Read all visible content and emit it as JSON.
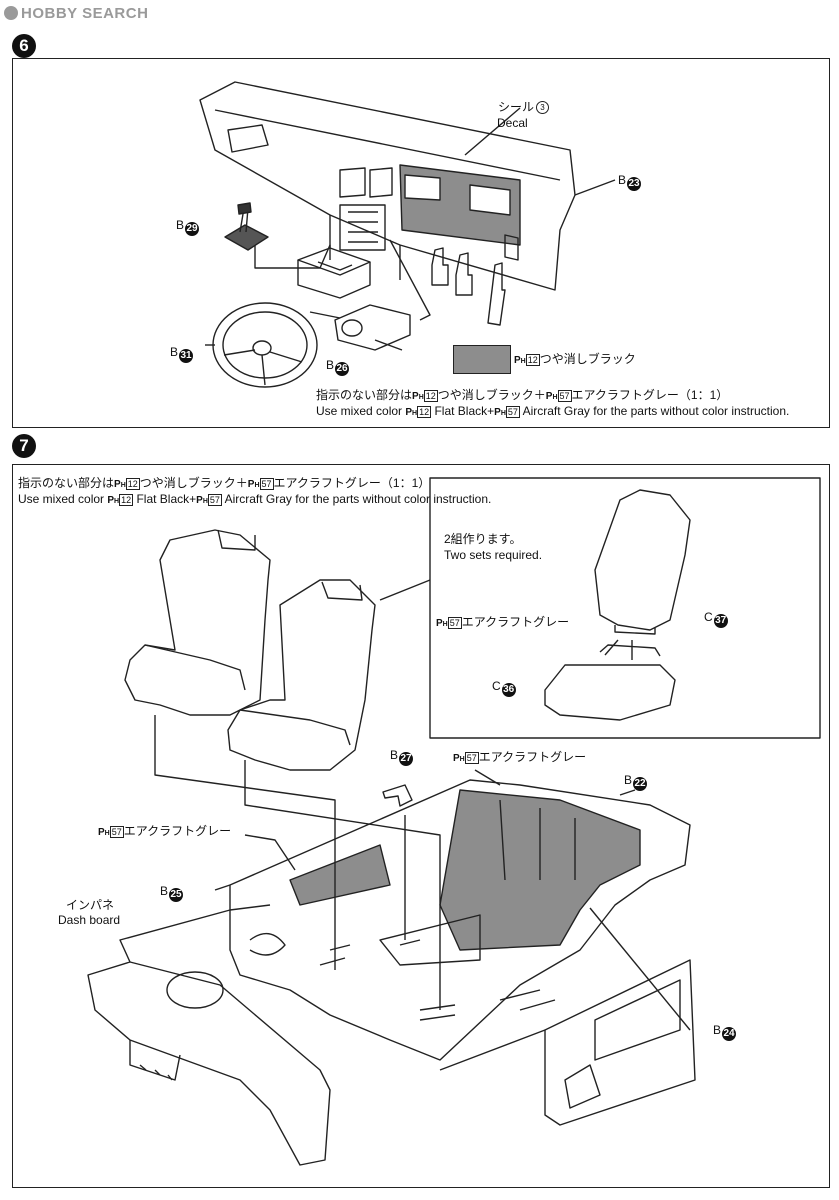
{
  "watermark": "HOBBY SEARCH",
  "step6": {
    "number": "6",
    "decal_label_jp": "シール",
    "decal_ref": "3",
    "decal_label_en": "Decal",
    "parts": {
      "b23": {
        "prefix": "B",
        "num": "23"
      },
      "b29": {
        "prefix": "B",
        "num": "29"
      },
      "b31": {
        "prefix": "B",
        "num": "31"
      },
      "b26": {
        "prefix": "B",
        "num": "26"
      }
    },
    "legend_color_code": "12",
    "legend_text": "つや消しブラック",
    "note_jp_a": "指示のない部分は",
    "note_jp_code1": "12",
    "note_jp_b": "つや消しブラック＋",
    "note_jp_code2": "57",
    "note_jp_c": "エアクラフトグレー（1：1）",
    "note_en_a": "Use mixed color",
    "note_en_code1": "12",
    "note_en_b": "Flat Black+",
    "note_en_code2": "57",
    "note_en_c": "Aircraft Gray for the parts without color instruction."
  },
  "step7": {
    "number": "7",
    "note_jp_a": "指示のない部分は",
    "note_jp_code1": "12",
    "note_jp_b": "つや消しブラック＋",
    "note_jp_code2": "57",
    "note_jp_c": "エアクラフトグレー（1：1）",
    "note_en_a": "Use mixed color",
    "note_en_code1": "12",
    "note_en_b": "Flat Black+",
    "note_en_code2": "57",
    "note_en_c": "Aircraft Gray for the parts without color instruction.",
    "two_sets_jp": "2組作ります。",
    "two_sets_en": "Two sets required.",
    "gray_code": "57",
    "gray_text": "エアクラフトグレー",
    "parts": {
      "c37": {
        "prefix": "C",
        "num": "37"
      },
      "c36": {
        "prefix": "C",
        "num": "36"
      },
      "b27": {
        "prefix": "B",
        "num": "27"
      },
      "b22": {
        "prefix": "B",
        "num": "22"
      },
      "b25": {
        "prefix": "B",
        "num": "25"
      },
      "b24": {
        "prefix": "B",
        "num": "24"
      }
    },
    "dash_jp": "インパネ",
    "dash_en": "Dash board"
  },
  "colors": {
    "paint_gray": "#8d8d8d",
    "ink": "#111111"
  }
}
